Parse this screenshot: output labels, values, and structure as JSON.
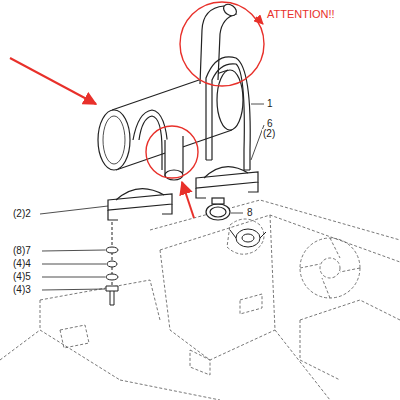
{
  "diagram": {
    "labels": [
      "ATTENTION!!",
      "1",
      "6",
      "(2)",
      "8",
      "(2)2",
      "(8)7",
      "(4)4",
      "(4)5",
      "(4)3"
    ]
  }
}
